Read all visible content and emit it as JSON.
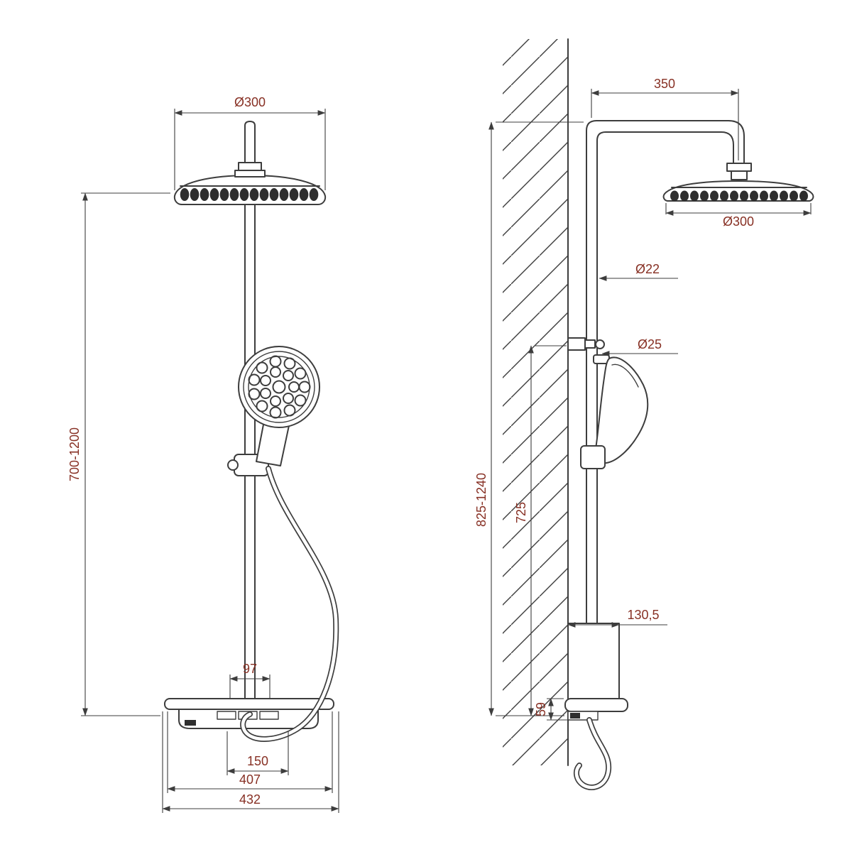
{
  "canvas": {
    "background": "#ffffff",
    "line_color": "#3d3d3d",
    "detail_color": "#2e2e2e",
    "dim_text_color": "#873024"
  },
  "front_view": {
    "dims": {
      "head_diameter": "Ø300",
      "height_range": "700-1200",
      "pipe_offset": "97",
      "control_spacing": "150",
      "body_width": "407",
      "overall_width": "432"
    }
  },
  "side_view": {
    "dims": {
      "arm_reach": "350",
      "head_diameter": "Ø300",
      "pipe_diameter": "Ø22",
      "holder_diameter": "Ø25",
      "overall_height_range": "825-1240",
      "rail_height": "725",
      "shelf_depth": "130,5",
      "shelf_height": "59"
    }
  }
}
